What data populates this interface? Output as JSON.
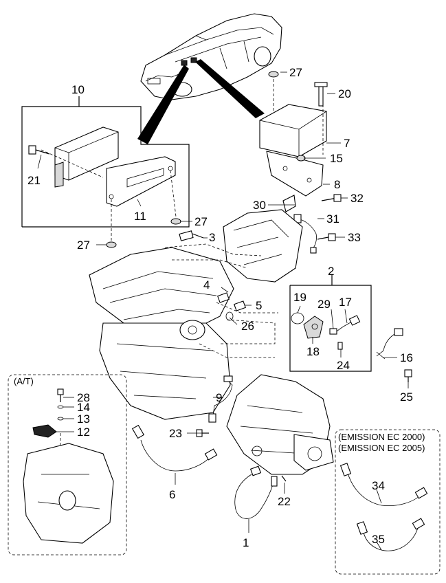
{
  "labels": {
    "p1": "1",
    "p2": "2",
    "p3": "3",
    "p4": "4",
    "p5": "5",
    "p6": "6",
    "p7": "7",
    "p8": "8",
    "p9": "9",
    "p10": "10",
    "p11": "11",
    "p12": "12",
    "p13": "13",
    "p14": "14",
    "p15": "15",
    "p16": "16",
    "p17": "17",
    "p18": "18",
    "p19": "19",
    "p20": "20",
    "p21": "21",
    "p22": "22",
    "p23": "23",
    "p24": "24",
    "p25": "25",
    "p26": "26",
    "p27a": "27",
    "p27b": "27",
    "p27c": "27",
    "p28": "28",
    "p29": "29",
    "p30": "30",
    "p31": "31",
    "p32": "32",
    "p33": "33",
    "p34": "34",
    "p35": "35"
  },
  "boxes": {
    "at_title": "(A/T)",
    "emission_line1": "(EMISSION EC 2000)",
    "emission_line2": "(EMISSION EC 2005)"
  }
}
